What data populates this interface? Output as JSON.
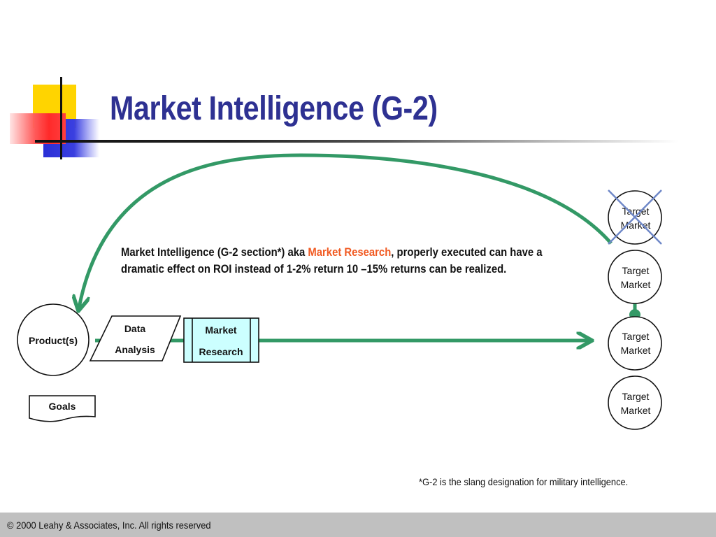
{
  "slide": {
    "title": "Market Intelligence (G-2)",
    "description": {
      "before": "Market Intelligence (G-2 section*) aka ",
      "highlight": "Market Research",
      "after": ", properly executed can have a dramatic effect on ROI instead of 1-2% return 10 –15% returns can be realized."
    },
    "footnote": "*G-2 is the slang designation for military intelligence.",
    "footer": "© 2000 Leahy & Associates, Inc. All rights reserved"
  },
  "diagram": {
    "products_label": "Product(s)",
    "goals_label": "Goals",
    "data_analysis": [
      "Data",
      "Analysis"
    ],
    "market_research": [
      "Market",
      "Research"
    ],
    "target_markets": [
      {
        "line1": "Target",
        "line2": "Market",
        "crossed": true
      },
      {
        "line1": "Target",
        "line2": "Market",
        "crossed": false
      },
      {
        "line1": "Target",
        "line2": "Market",
        "crossed": false
      },
      {
        "line1": "Target",
        "line2": "Market",
        "crossed": false
      }
    ]
  },
  "colors": {
    "title": "#2e3192",
    "highlight": "#f15a22",
    "arrow": "#339966",
    "cross": "#6f88c8",
    "research_fill": "#ccffff"
  }
}
